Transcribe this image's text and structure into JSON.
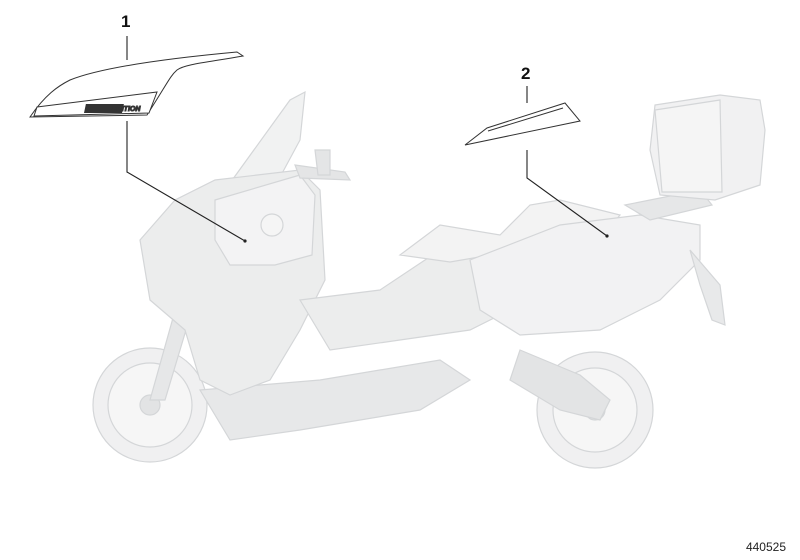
{
  "callouts": [
    {
      "number": "1",
      "decal_text": "EDITION"
    },
    {
      "number": "2"
    }
  ],
  "diagram_id": "440525",
  "colors": {
    "ghost_body": "#eceded",
    "ghost_stroke": "#d2d4d6",
    "line": "#222222"
  }
}
